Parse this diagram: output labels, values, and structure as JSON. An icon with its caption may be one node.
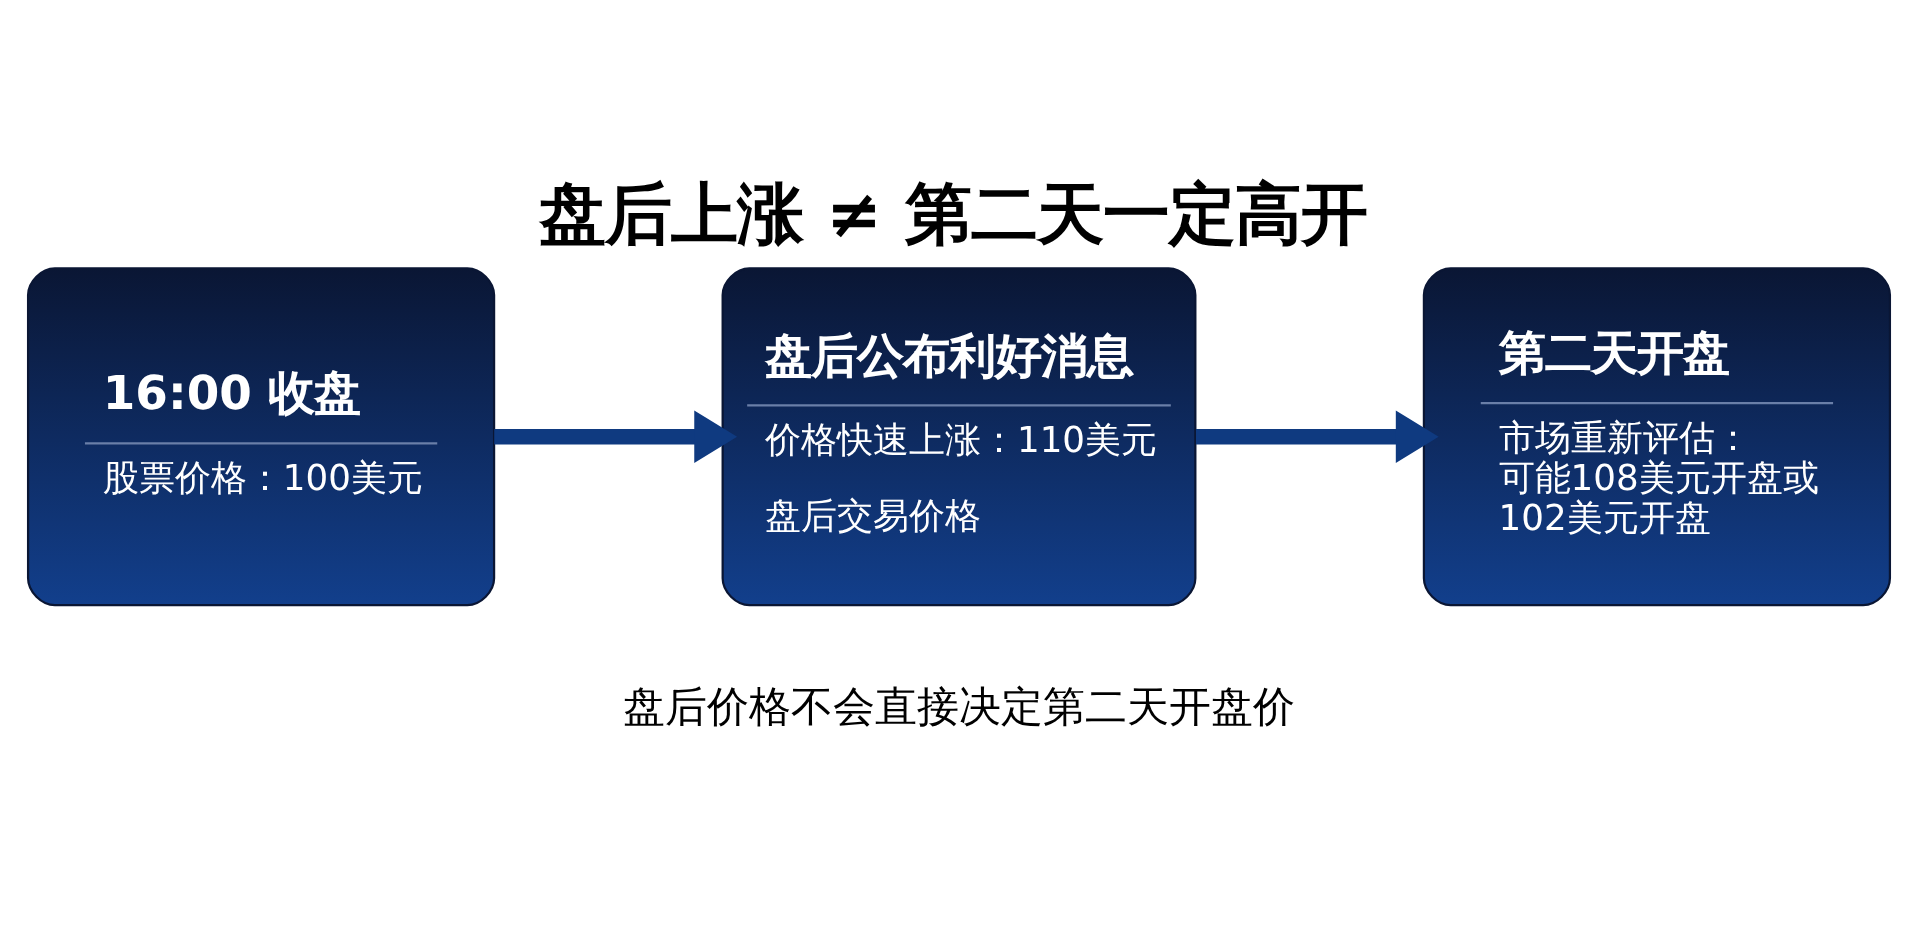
{
  "diagram": {
    "title": "盘后上涨 ≠ 第二天一定高开",
    "caption": "盘后价格不会直接决定第二天开盘价",
    "nodes": [
      {
        "text": [
          "16:00 收盘",
          "股票价格：100美元"
        ]
      },
      {
        "text": [
          "盘后公布利好消息",
          "价格快速上涨：110美元",
          "盘后交易价格"
        ]
      },
      {
        "text": [
          "第二天开盘",
          "市场重新评估：可能108美元开盘或 102美元开盘"
        ]
      }
    ],
    "edges": [
      {
        "from": 0,
        "to": 1,
        "arrow": "to"
      },
      {
        "from": 1,
        "to": 2,
        "arrow": "to"
      }
    ]
  }
}
